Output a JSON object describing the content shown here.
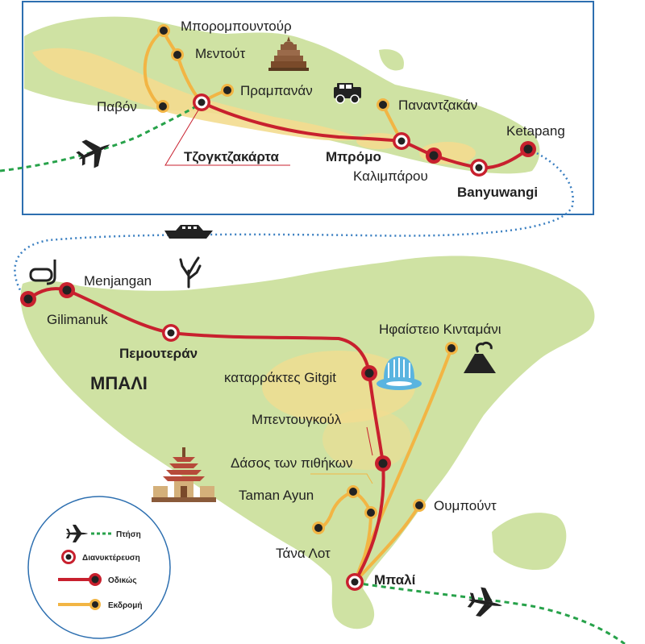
{
  "colors": {
    "land": "#cfe2a3",
    "land_dark": "#f3dc8f",
    "road": "#c8202e",
    "excursion": "#f2b544",
    "flight": "#27a24a",
    "ferry": "#3a7fc1",
    "inset_border": "#2d6fb0"
  },
  "labels": {
    "borobudur": "Μπορομπουντούρ",
    "mendut": "Μεντούτ",
    "pawon": "Παβόν",
    "prambanan": "Πραμπανάν",
    "yogyakarta": "Τζογκτζακάρτα",
    "bromo": "Μπρόμο",
    "kalibaru": "Καλιμπάρου",
    "banyuwangi": "Banyuwangi",
    "ketapang": "Ketapang",
    "panantzakan": "Παναντζακάν",
    "menjangan": "Menjangan",
    "gilimanuk": "Gilimanuk",
    "pemuteran": "Πεμουτεράν",
    "bali_island": "ΜΠΑΛΙ",
    "gitgit": "καταρράκτες Gitgit",
    "kintamani": "Ηφαίστειο Κινταμάνι",
    "bedugul": "Μπεντουγκούλ",
    "monkey_forest": "Δάσος των πιθήκων",
    "taman_ayun": "Taman Ayun",
    "tanah_lot": "Τάνα Λοτ",
    "ubud": "Ουμπούντ",
    "bali_city": "Μπαλί"
  },
  "legend": {
    "flight": "Πτήση",
    "overnight": "Διανυκτέρευση",
    "road": "Οδικώς",
    "excursion": "Εκδρομή"
  },
  "icons": [
    "temple-icon",
    "jeep-icon",
    "airplane-icon",
    "ferry-icon",
    "snorkel-icon",
    "coral-icon",
    "waterfall-icon",
    "volcano-icon",
    "pura-temple-icon"
  ]
}
